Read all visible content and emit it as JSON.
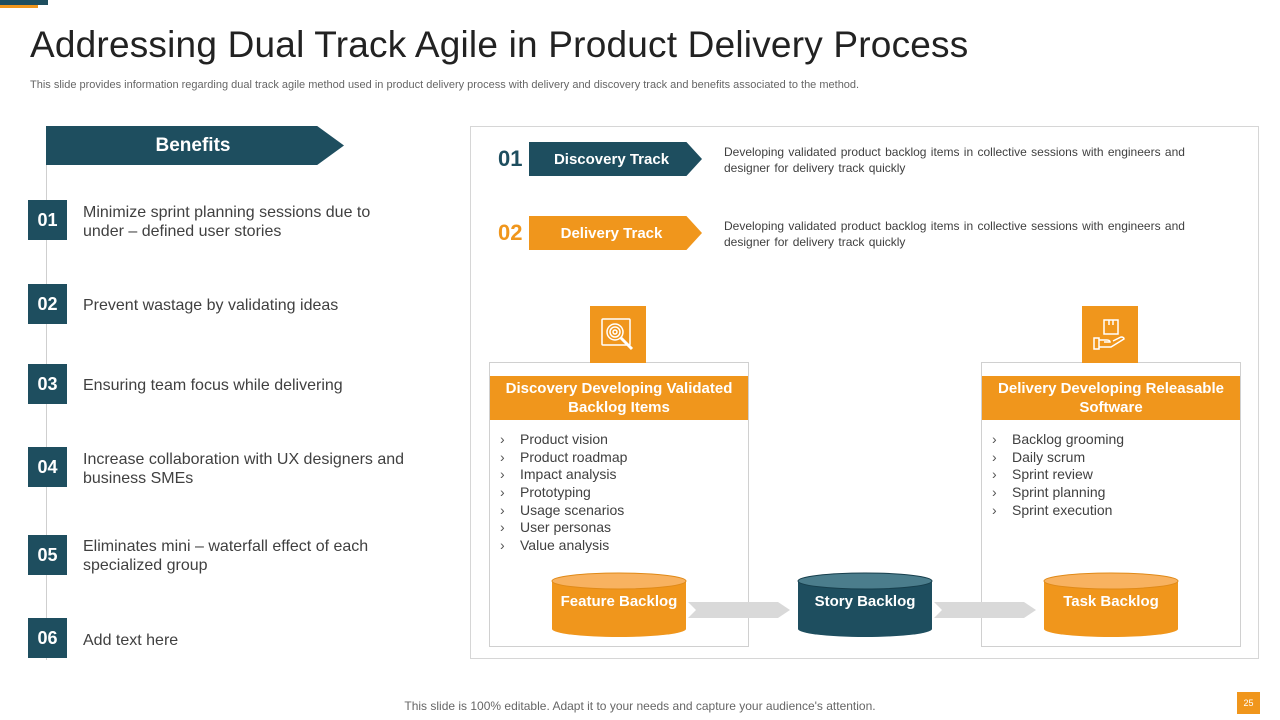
{
  "slide": {
    "title": "Addressing  Dual Track Agile in Product Delivery Process",
    "subtitle": "This slide provides information regarding dual track agile method used in product delivery process with delivery and discovery track and benefits associated to the method."
  },
  "benefits": {
    "heading": "Benefits",
    "items": [
      {
        "num": "01",
        "text": "Minimize sprint planning sessions due to under – defined user stories"
      },
      {
        "num": "02",
        "text": "Prevent wastage by validating ideas"
      },
      {
        "num": "03",
        "text": "Ensuring team focus while delivering"
      },
      {
        "num": "04",
        "text": "Increase collaboration with UX designers and business SMEs"
      },
      {
        "num": "05",
        "text": "Eliminates mini – waterfall effect of each specialized group"
      },
      {
        "num": "06",
        "text": "Add text here"
      }
    ]
  },
  "tracks": [
    {
      "num": "01",
      "label": "Discovery Track",
      "description": "Developing  validated  product backlog items in collective  sessions with engineers and designer for delivery  track quickly"
    },
    {
      "num": "02",
      "label": "Delivery Track",
      "description": "Developing  validated  product backlog items in collective  sessions with engineers and designer for delivery  track quickly"
    }
  ],
  "cards": {
    "discovery": {
      "heading": "Discovery Developing Validated Backlog Items",
      "icon": "magnifier-fingerprint-icon",
      "items": [
        "Product vision",
        "Product roadmap",
        "Impact analysis",
        "Prototyping",
        "Usage scenarios",
        "User personas",
        "Value analysis"
      ]
    },
    "delivery": {
      "heading": "Delivery Developing Releasable Software",
      "icon": "hand-box-icon",
      "items": [
        "Backlog grooming",
        "Daily scrum",
        "Sprint review",
        "Sprint planning",
        "Sprint execution"
      ]
    }
  },
  "backlogs": {
    "feature": "Feature Backlog",
    "story": "Story Backlog",
    "task": "Task Backlog"
  },
  "chevron": "›",
  "footer": {
    "note": "This slide is 100% editable. Adapt it to your needs and capture your audience's attention.",
    "page": "25"
  },
  "colors": {
    "teal": "#1e4e5f",
    "orange": "#f0961c",
    "arrow_grey": "#d9d9d9"
  }
}
